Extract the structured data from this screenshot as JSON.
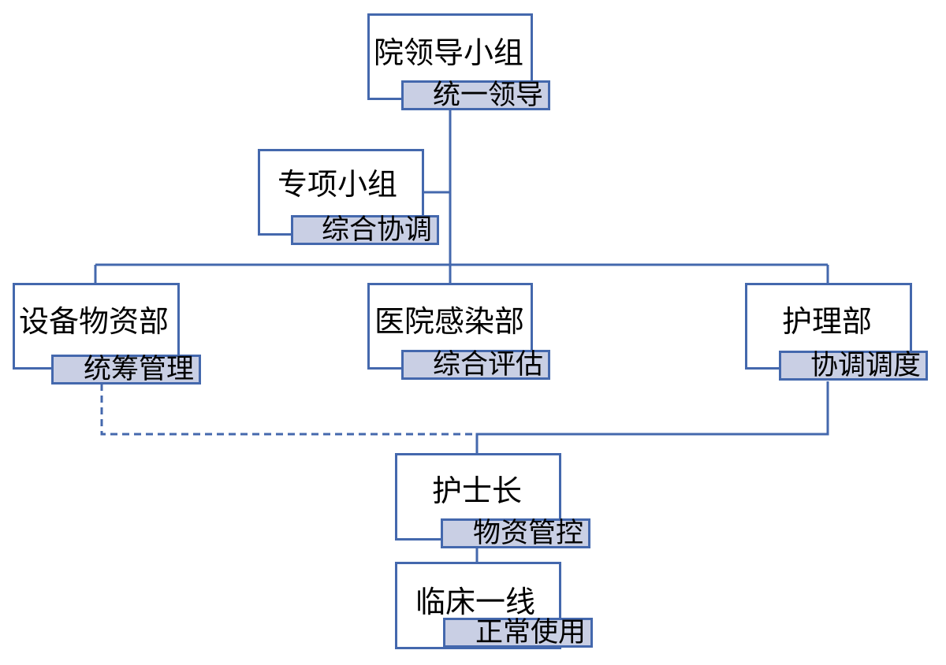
{
  "nodes": {
    "leadership_group": {
      "title": "院领导小组",
      "role": "统一领导"
    },
    "special_group": {
      "title": "专项小组",
      "role": "综合协调"
    },
    "equipment_dept": {
      "title": "设备物资部",
      "role": "统筹管理"
    },
    "infection_dept": {
      "title": "医院感染部",
      "role": "综合评估"
    },
    "nursing_dept": {
      "title": "护理部",
      "role": "协调调度"
    },
    "head_nurse": {
      "title": "护士长",
      "role": "物资管控"
    },
    "frontline": {
      "title": "临床一线",
      "role": "正常使用"
    }
  },
  "colors": {
    "line": "#4468ad",
    "tag_fill": "#c9cfe4",
    "text": "#000000"
  },
  "links": [
    {
      "from": "leadership_group",
      "to": "special_group",
      "style": "solid"
    },
    {
      "from": "leadership_group",
      "to": "equipment_dept",
      "style": "solid"
    },
    {
      "from": "leadership_group",
      "to": "infection_dept",
      "style": "solid"
    },
    {
      "from": "leadership_group",
      "to": "nursing_dept",
      "style": "solid"
    },
    {
      "from": "nursing_dept",
      "to": "head_nurse",
      "style": "solid"
    },
    {
      "from": "equipment_dept",
      "to": "head_nurse",
      "style": "dashed"
    },
    {
      "from": "head_nurse",
      "to": "frontline",
      "style": "solid"
    }
  ]
}
